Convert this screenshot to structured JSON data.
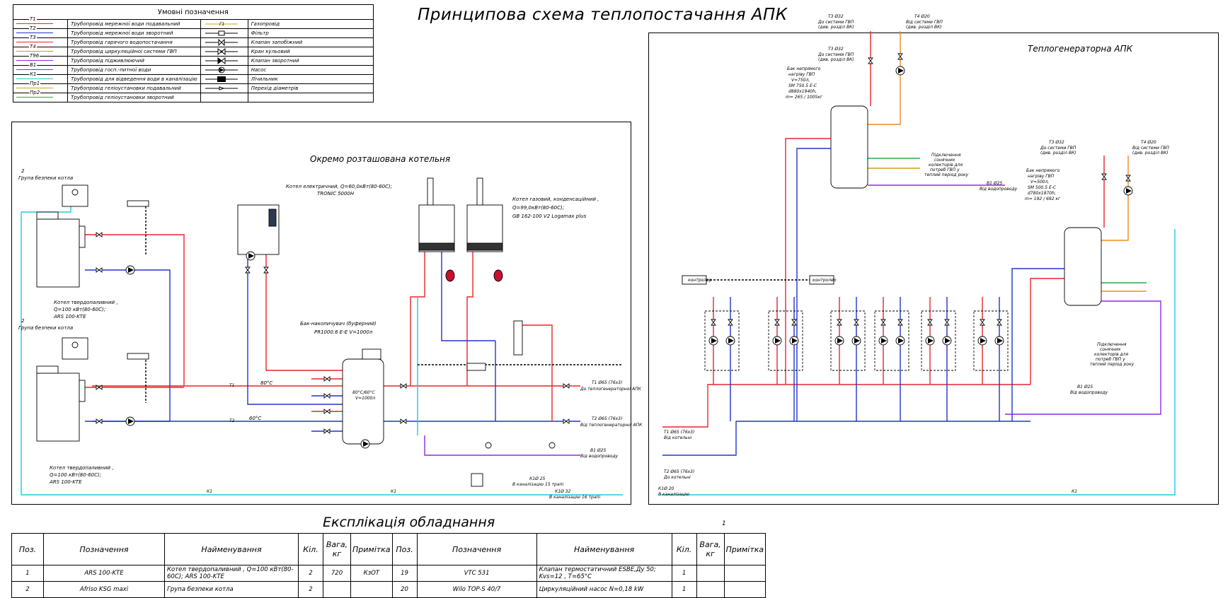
{
  "title": "Принципова схема теплопостачання АПК",
  "legend": {
    "header": "Умовні позначення",
    "rows": [
      {
        "code": "Т1",
        "text": "Трубопровід мережної води подавальний",
        "color": "#e8252a",
        "sym_text": "Газопровід",
        "sym": "gas"
      },
      {
        "code": "Т2",
        "text": "Трубопровід мережної води зворотний",
        "color": "#2233cc",
        "sym_text": "Фільтр",
        "sym": "filter"
      },
      {
        "code": "Т3",
        "text": "Трубопровід гарячого водопостачання",
        "color": "#e8252a",
        "sym_text": "Клапан запобіжний",
        "sym": "safety"
      },
      {
        "code": "Т4",
        "text": "Трубопровід циркуляційної системи ГВП",
        "color": "#f08a1c",
        "sym_text": "Кран кульовий",
        "sym": "ball"
      },
      {
        "code": "Т96",
        "text": "Трубопровід підживлюючий",
        "color": "#8a2be2",
        "sym_text": "Клапан зворотний",
        "sym": "check"
      },
      {
        "code": "В1",
        "text": "Трубопровід госп.-питної води",
        "color": "#8a2be2",
        "sym_text": "Насос",
        "sym": "pump"
      },
      {
        "code": "К1",
        "text": "Трубопровід для відведення води в каналізацію",
        "color": "#22c8d8",
        "sym_text": "Лічильник",
        "sym": "meter"
      },
      {
        "code": "Пр1",
        "text": "Трубопровід геліоустановки подавальний",
        "color": "#d4a017",
        "sym_text": "Перехід діаметрів",
        "sym": "reducer"
      },
      {
        "code": "Пр2",
        "text": "Трубопровід геліоустановки зворотний",
        "color": "#2aa84a",
        "sym_text": "",
        "sym": ""
      }
    ]
  },
  "left_panel": {
    "title": "Окремо розташована котельня",
    "labels": {
      "safety_group_1": "Група безпеки котла",
      "safety_group_2": "Група безпеки котла",
      "boiler_1": [
        "Котел твердопаливний ,",
        "Q=100 кВт(80-60С);",
        "ARS 100-KTE"
      ],
      "boiler_2": [
        "Котел твердопаливний ,",
        "Q=100 кВт(80-60С);",
        "ARS 100-KTE"
      ],
      "electric": [
        "Котел електричний, Q=60,0кВт(80-60С);",
        "TRONIC 5000H"
      ],
      "gas": [
        "Котел газовий, конденсаційний ,",
        "Q=99,0кВт(80-60С);",
        "GB 162-100 V2 Logamax plus"
      ],
      "buffer": [
        "Бак-накопичувач (буферний)",
        "PR1000.6 E-E  V=1000л"
      ],
      "t1_80": "80°С",
      "t2_60": "60°С",
      "t1_out": "Т1 Ø65 (76х3)",
      "t1_out_to": "До теплогенераторної АПК",
      "t2_out": "Т2 Ø65 (76х3)",
      "t2_out_from": "Від теплогенераторної АПК",
      "b1": "В1 Ø25",
      "b1_from": "Від водопроводу",
      "k1_15": "К1Ø 25",
      "k1_15_to": "В каналізацію 15 трапі",
      "k1_32": "К1Ø 32",
      "k1_32_to": "В каналізацію 16 трапі",
      "k1": "К1",
      "tank_temp": "80°С/60°С",
      "tank_vol": "V=1000л"
    }
  },
  "right_panel": {
    "title": "Теплогенераторна АПК",
    "labels": {
      "t3": "Т3 Ø32",
      "t3_to": "До системи ГВП (див. розділ ВК)",
      "t4": "Т4 Ø20",
      "t4_from": "Від системи ГВП (див. розділ ВК)",
      "dhw_tank_1": [
        "Бак непрямого",
        "нагріву ГВП",
        "V=750л,",
        "SM 750.5 E-C",
        "d880х1940h,",
        "m= 265 / 1005кг"
      ],
      "dhw_tank_2": [
        "Бак непрямого",
        "нагріву ГВП",
        "V=500л,",
        "SM 500.5 E-C",
        "d780х1870h,",
        "m= 192 / 692 кг"
      ],
      "solar_1": [
        "Підключення",
        "сонячних",
        "колекторів для",
        "потреб ГВП у",
        "теплий період року"
      ],
      "solar_2": [
        "Підключення",
        "сонячних",
        "колекторів для",
        "потреб ГВП у",
        "теплий період року"
      ],
      "t1_in": "Т1 Ø65 (76х3)",
      "t1_in_from": "Від котельні",
      "t2_in": "Т2 Ø65 (76х3)",
      "t2_in_to": "До котельні",
      "b1": "В1 Ø25",
      "b1_from": "Від водопроводу",
      "k1": "К1Ø 20",
      "k1_to": "В каналізацію",
      "k1_line": "К1",
      "controller": "контролер"
    }
  },
  "spec": {
    "title": "Експлікація обладнання",
    "headers": [
      "Поз.",
      "Позначення",
      "Найменування",
      "Кіл.",
      "Вага, кг",
      "Примітка",
      "Поз.",
      "Позначення",
      "Найменування",
      "Кіл.",
      "Вага, кг",
      "Примітка"
    ],
    "rows": [
      [
        "1",
        "ARS 100-KTE",
        "Котел твердопаливний , Q=100 кВт(80-60С); ARS 100-KTE",
        "2",
        "720",
        "КзОТ",
        "19",
        "VTC 531",
        "Клапан термостатичний ESBE,Ду 50; Kvs=12 , T=65°С",
        "1",
        "",
        ""
      ],
      [
        "2",
        "Afriso KSG maxi",
        "Група безпеки котла",
        "2",
        "",
        "",
        "20",
        "Wilo TOP-S 40/7",
        "Циркуляційний насос N=0,18 kW",
        "1",
        "",
        ""
      ]
    ],
    "page_number": "1"
  },
  "colors": {
    "supply": "#e8252a",
    "return": "#2233cc",
    "dhw_circ": "#f08a1c",
    "feed": "#8a2be2",
    "sewer": "#22c8d8",
    "solar_supply": "#d4a017",
    "solar_return": "#2aa84a",
    "outline": "#000000"
  }
}
